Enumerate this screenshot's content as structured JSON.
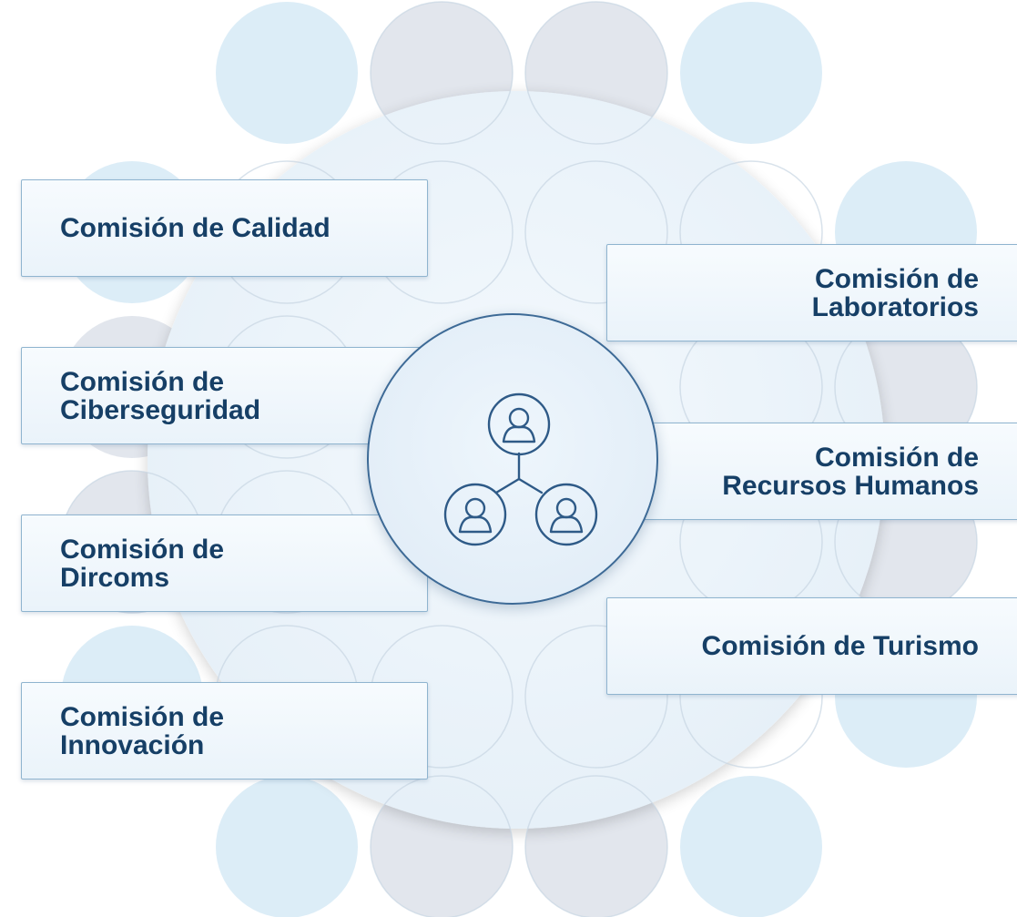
{
  "diagram": {
    "center": {
      "icon": "people-network-icon"
    },
    "left_items": [
      {
        "label": "Comisión de Calidad"
      },
      {
        "label": "Comisión de\nCiberseguridad"
      },
      {
        "label": "Comisión de\nDircoms"
      },
      {
        "label": "Comisión de\nInnovación"
      }
    ],
    "right_items": [
      {
        "label": "Comisión de\nLaboratorios"
      },
      {
        "label": "Comisión de\nRecursos Humanos"
      },
      {
        "label": "Comisión de Turismo"
      }
    ],
    "colors": {
      "label_text": "#163f66",
      "box_border": "#8fb4cf",
      "hub_border": "#3d6a96",
      "bubble_blue": "#d9ecf7",
      "bubble_gray": "#dde3ec"
    }
  }
}
